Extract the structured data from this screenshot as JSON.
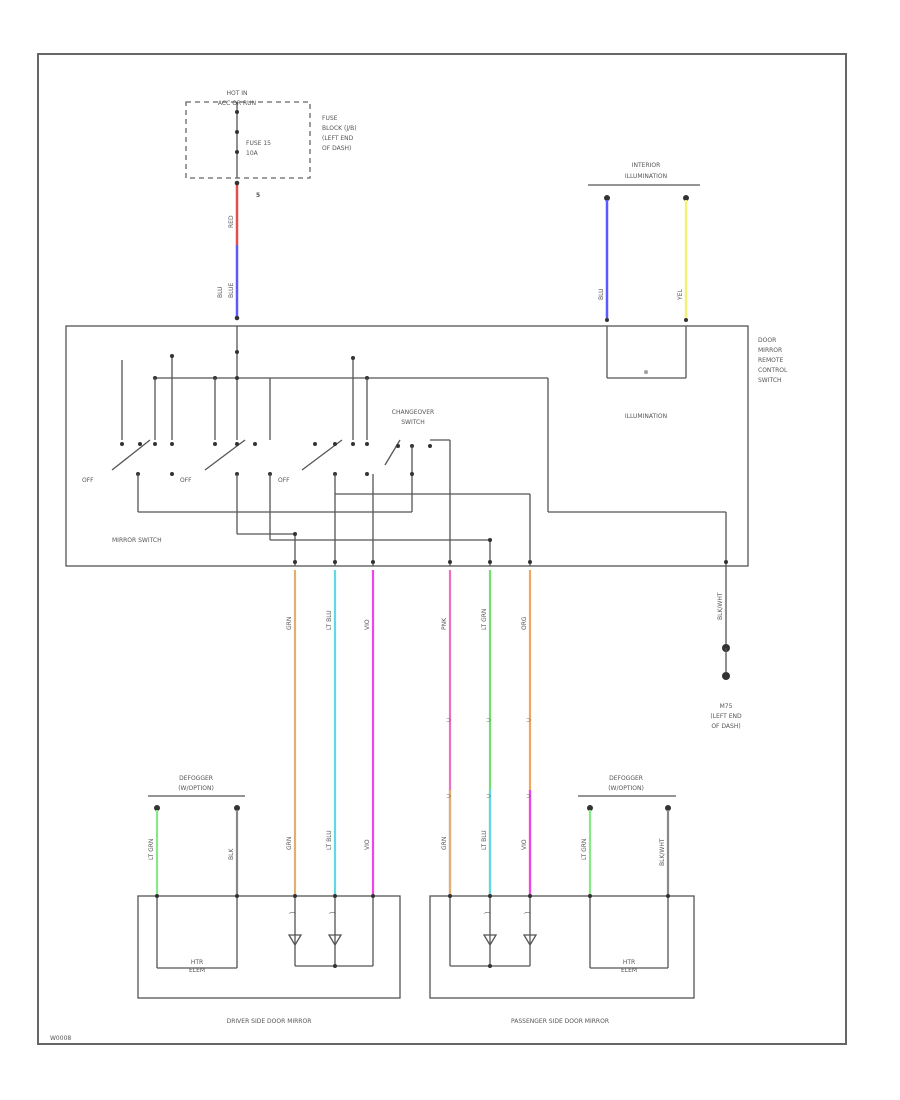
{
  "colors": {
    "red": "#e05050",
    "blue": "#5a5aff",
    "yellow": "#f2f27a",
    "tan": "#e0b070",
    "cyan": "#60d8e8",
    "magenta": "#ee44ee",
    "pink": "#f070c0",
    "green": "#70e070",
    "lightgreen": "#88e888",
    "gray": "#888888"
  },
  "labels": {
    "hot_in": "HOT IN",
    "acc_run": "ACC OR RUN",
    "fuse": "FUSE 15",
    "fuse_amp": "10A",
    "fuse_block": [
      "FUSE",
      "BLOCK (J/B)",
      "(LEFT END",
      "OF DASH)"
    ],
    "interior_illum": [
      "INTERIOR",
      "ILLUMINATION"
    ],
    "door_mirror_switch": [
      "DOOR",
      "MIRROR",
      "REMOTE",
      "CONTROL",
      "SWITCH"
    ],
    "illumination": "ILLUMINATION",
    "changeover": [
      "CHANGEOVER",
      "SWITCH"
    ],
    "off": "OFF",
    "mirror_switch": "MIRROR SWITCH",
    "ground": [
      "M75",
      "(LEFT END",
      "OF DASH)"
    ],
    "defogger": [
      "DEFOGGER",
      "(W/OPTION)"
    ],
    "driver_mirror": "DRIVER SIDE DOOR MIRROR",
    "passenger_mirror": "PASSENGER SIDE DOOR MIRROR",
    "footer_code": "W0008"
  },
  "wires": {
    "feed_red": "RED",
    "feed_blue": "BLU",
    "feed_blue2": "BLUE",
    "illum_blue": "BLU",
    "illum_yel": "YEL",
    "gnd": "BLK",
    "gnd2": "BLK/WHT",
    "w1": "GRN",
    "w2": "LT BLU",
    "w3": "VIO",
    "w4": "PNK",
    "w5": "LT GRN",
    "w6": "ORG",
    "def_l": "LT GRN",
    "def_r": "BLK",
    "def_l2": "LT GRN",
    "def_r2": "BLK/WHT",
    "heat": "HTR",
    "heat_sub": "ELEM"
  }
}
